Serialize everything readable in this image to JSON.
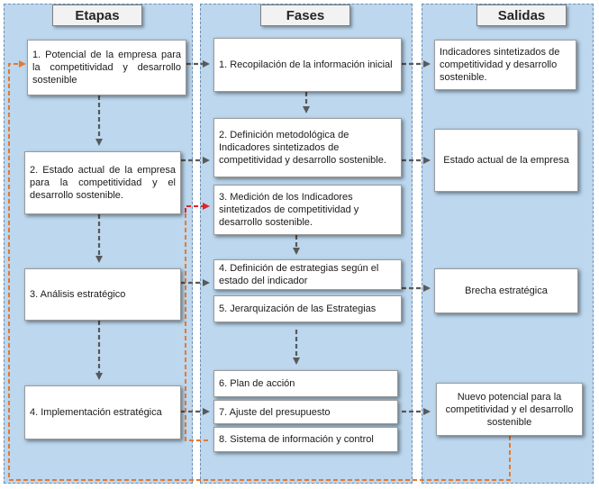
{
  "columns": {
    "etapas": {
      "title": "Etapas"
    },
    "fases": {
      "title": "Fases"
    },
    "salidas": {
      "title": "Salidas"
    }
  },
  "etapas": [
    "1. Potencial de la empresa para la competitividad y desarrollo sostenible",
    "2. Estado actual de la empresa para la competitividad y el desarrollo sostenible.",
    "3. Análisis estratégico",
    "4. Implementación estratégica"
  ],
  "fases": [
    "1. Recopilación de la información inicial",
    "2. Definición metodológica de Indicadores sintetizados de competitividad y desarrollo sostenible.",
    "3. Medición de los Indicadores sintetizados de competitividad y desarrollo sostenible.",
    "4. Definición de estrategias según el estado del indicador",
    "5. Jerarquización de las Estrategias",
    "6.  Plan de acción",
    "7. Ajuste del presupuesto",
    "8. Sistema de información y control"
  ],
  "salidas": [
    "Indicadores sintetizados de competitividad y desarrollo sostenible.",
    "Estado actual de la empresa",
    "Brecha estratégica",
    "Nuevo potencial para la competitividad y el desarrollo sostenible"
  ],
  "colors": {
    "column_fill": "#bcd7ee",
    "arrow_gray": "#595959",
    "arrow_orange": "#e8782e",
    "arrow_red": "#e0262b"
  }
}
